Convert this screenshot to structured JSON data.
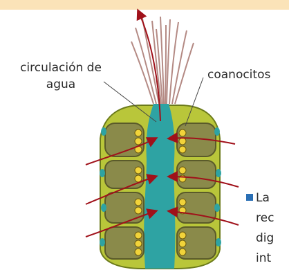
{
  "labels": {
    "water_circulation": "circulación de agua",
    "choanocytes": "coanocitos"
  },
  "side_text": {
    "lines": [
      "La",
      "rec",
      "dig",
      "int"
    ]
  },
  "colors": {
    "cavity": "#2ea3a3",
    "wall": "#b9c63a",
    "cell": "#8a8a4a",
    "arrow": "#a0111a",
    "flagella": "#b48a84",
    "bullet": "#2a6fb5"
  }
}
